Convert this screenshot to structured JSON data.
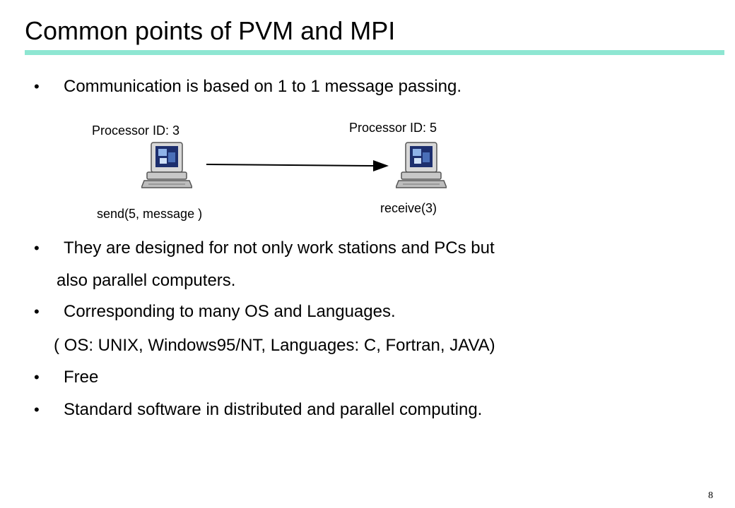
{
  "slide": {
    "title": "Common points of PVM and MPI",
    "accent_color": "#8ee6d2",
    "page_number": "8"
  },
  "bullets": [
    {
      "text": "Communication is based on 1 to 1 message passing."
    },
    {
      "text": "They are designed for not only work stations and PCs but",
      "continuation": "also parallel computers."
    },
    {
      "text": "Corresponding to many OS and Languages.",
      "continuation": "( OS: UNIX, Windows95/NT,  Languages: C, Fortran, JAVA)"
    },
    {
      "text": "Free"
    },
    {
      "text": "Standard software in distributed and parallel computing."
    }
  ],
  "bullet_char": "•",
  "diagram": {
    "sender": {
      "label": "Processor ID:  3",
      "call": "send(5, message )",
      "icon": "computer-icon"
    },
    "receiver": {
      "label": "Processor ID:  5",
      "call": "receive(3)",
      "icon": "computer-icon"
    },
    "arrow_icon": "arrow-right-icon"
  }
}
